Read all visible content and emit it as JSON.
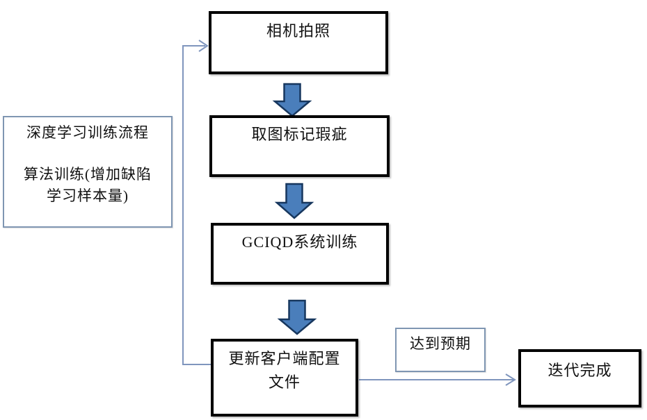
{
  "flowchart": {
    "nodes": {
      "camera": {
        "label": "相机拍照"
      },
      "mark_defects": {
        "label": "取图标记瑕疵"
      },
      "gciqd_training": {
        "label": "GCIQD系统训练"
      },
      "update_config": {
        "lines": [
          "更新客户端配置",
          "文件"
        ]
      },
      "iteration_done": {
        "label": "迭代完成"
      },
      "reach_expectation": {
        "label": "达到预期"
      },
      "process_note": {
        "lines": [
          "深度学习训练流程",
          "算法训练(增加缺陷",
          "学习样本量)"
        ]
      }
    },
    "connectors": {
      "feedback_loop": {
        "from": "update_config",
        "to": "camera",
        "style": "elbow-thin-line"
      },
      "flow_1": {
        "from": "camera",
        "to": "mark_defects",
        "style": "block-arrow-down"
      },
      "flow_2": {
        "from": "mark_defects",
        "to": "gciqd_training",
        "style": "block-arrow-down"
      },
      "flow_3": {
        "from": "gciqd_training",
        "to": "update_config",
        "style": "block-arrow-down"
      },
      "to_done": {
        "from": "update_config",
        "to": "iteration_done",
        "style": "straight-thin-line",
        "condition_label": "达到预期"
      }
    },
    "colors": {
      "background": "#ffffff",
      "thick_box_border": "#000000",
      "thin_box_border": "#7f96b2",
      "block_arrow_fill": "#4a7ebb",
      "block_arrow_outline": "#17375e",
      "connector_line": "#7f95bd",
      "text": "#111111"
    }
  }
}
